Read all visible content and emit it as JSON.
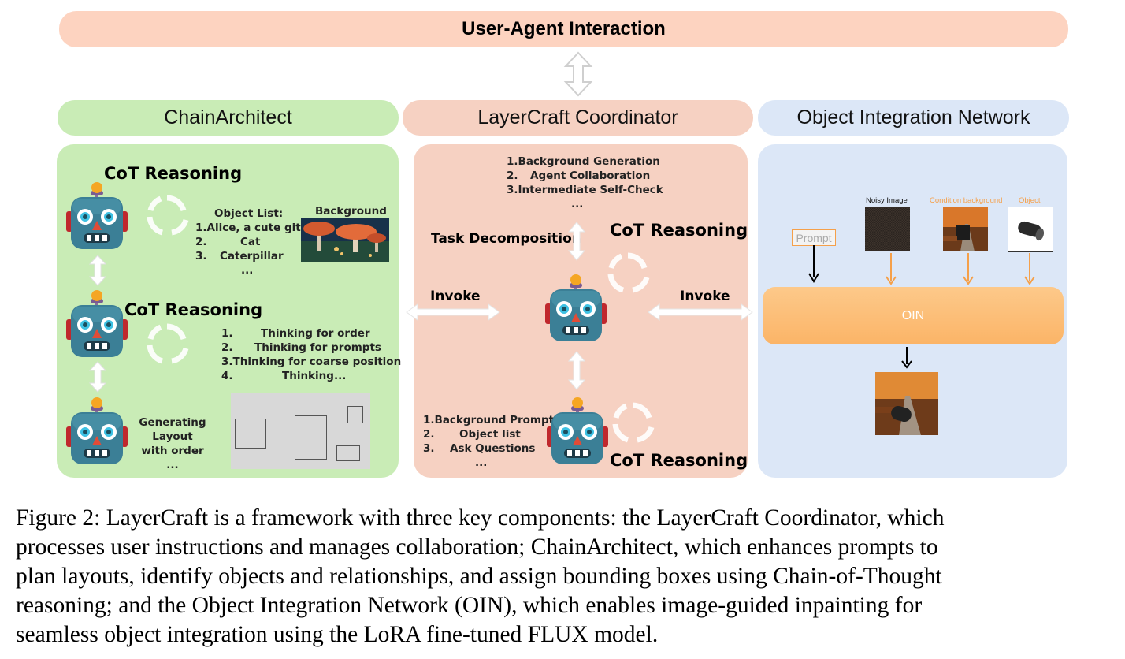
{
  "top_bar": {
    "title": "User-Agent Interaction"
  },
  "headers": {
    "chain": "ChainArchitect",
    "coordinator": "LayerCraft Coordinator",
    "oin": "Object Integration Network"
  },
  "chain": {
    "cot1": "CoT Reasoning",
    "cot2": "CoT Reasoning",
    "object_list": {
      "title": "Object List:",
      "items": [
        {
          "n": "1.",
          "t": "Alice, a cute git"
        },
        {
          "n": "2.",
          "t": "Cat"
        },
        {
          "n": "3.",
          "t": "Caterpillar"
        }
      ],
      "ellipsis": "..."
    },
    "background_label": "Background",
    "thinking": [
      {
        "n": "1.",
        "t": "Thinking for order"
      },
      {
        "n": "2.",
        "t": "Thinking for prompts"
      },
      {
        "n": "3.",
        "t": "Thinking for coarse position"
      },
      {
        "n": "4.",
        "t": "Thinking..."
      }
    ],
    "generating": [
      "Generating",
      "Layout",
      "with order",
      "..."
    ]
  },
  "coordinator": {
    "steps": [
      {
        "n": "1.",
        "t": "Background Generation"
      },
      {
        "n": "2.",
        "t": "Agent Collaboration"
      },
      {
        "n": "3.",
        "t": "Intermediate Self-Check"
      }
    ],
    "steps_ellipsis": "...",
    "task_decomposition": "Task Decomposition",
    "cot_top": "CoT Reasoning",
    "cot_bottom": "CoT Reasoning",
    "invoke_left": "Invoke",
    "invoke_right": "Invoke",
    "bottom_list": [
      {
        "n": "1.",
        "t": "Background Prompt"
      },
      {
        "n": "2.",
        "t": "Object list"
      },
      {
        "n": "3.",
        "t": "Ask Questions"
      }
    ],
    "bottom_ellipsis": "..."
  },
  "oin": {
    "noisy_label": "Noisy  Image",
    "condition_label": "Condition background",
    "object_label": "Object",
    "prompt_label": "Prompt",
    "oin_label": "OIN"
  },
  "caption": {
    "lines": [
      "Figure 2: LayerCraft is a framework with three key components: the LayerCraft Coordinator, which",
      "processes user instructions and manages collaboration; ChainArchitect, which enhances prompts to",
      "plan layouts, identify objects and relationships, and assign bounding boxes using Chain-of-Thought",
      "reasoning; and the Object Integration Network (OIN), which enables image-guided inpainting for",
      "seamless object integration using the LoRA fine-tuned FLUX model."
    ]
  },
  "colors": {
    "top_bar": "#fdd3c0",
    "chain": "#c9ecb6",
    "coordinator": "#f6d1c2",
    "oin": "#dce7f7",
    "oin_block": "#fdbb73",
    "orange_arrow": "#f5a04a"
  }
}
